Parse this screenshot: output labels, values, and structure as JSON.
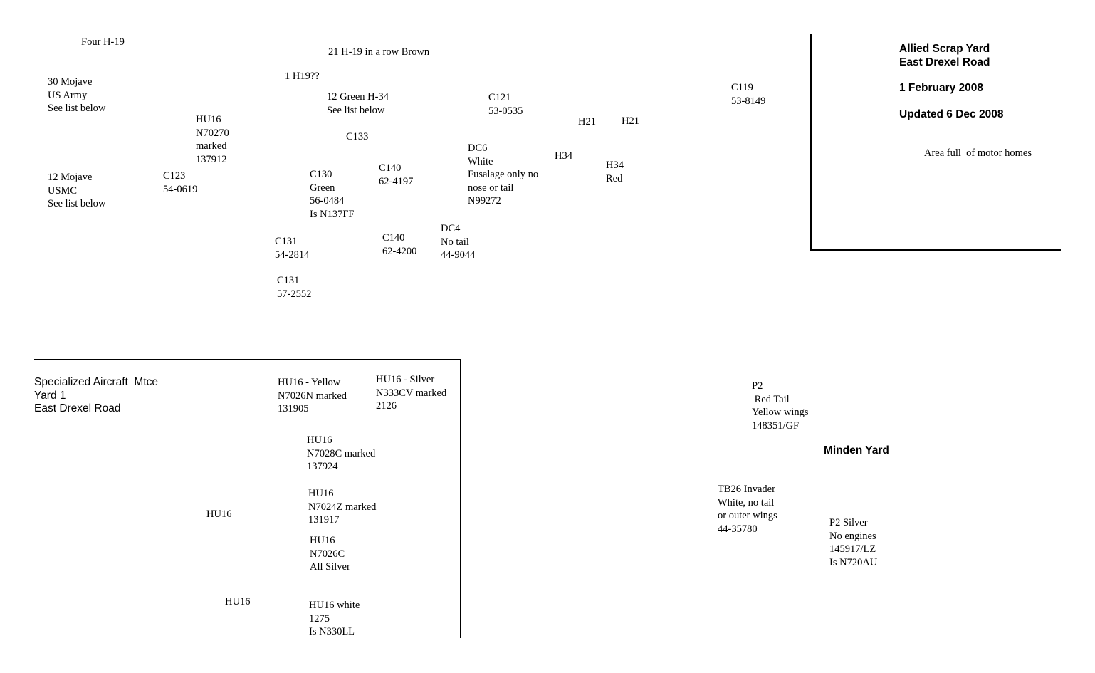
{
  "labels": {
    "four_h19": [
      "Four H-19"
    ],
    "h19_row": [
      "21 H-19 in a row Brown"
    ],
    "h19_q": [
      "1 H19??"
    ],
    "mojave_army": [
      "30 Mojave",
      "US Army",
      "See list below"
    ],
    "green_h34": [
      "12 Green H-34",
      "See list below"
    ],
    "c121": [
      "C121",
      "53-0535"
    ],
    "c119": [
      "C119",
      "53-8149"
    ],
    "hu16_n70270": [
      "HU16",
      "N70270",
      "marked",
      "137912"
    ],
    "c133": [
      "C133"
    ],
    "h21_a": [
      "H21"
    ],
    "h21_b": [
      "H21"
    ],
    "dc6": [
      "DC6",
      "White",
      "Fusalage only no",
      "nose or tail",
      "N99272"
    ],
    "h34_a": [
      "H34"
    ],
    "h34_red": [
      "H34",
      "Red"
    ],
    "mojave_usmc": [
      "12 Mojave",
      "USMC",
      "See list below"
    ],
    "c123": [
      "C123",
      "54-0619"
    ],
    "c130": [
      "C130",
      "Green",
      "56-0484",
      "Is N137FF"
    ],
    "c140_a": [
      "C140",
      "62-4197"
    ],
    "dc4": [
      "DC4",
      "No tail",
      "44-9044"
    ],
    "c131_a": [
      "C131",
      "54-2814"
    ],
    "c140_b": [
      "C140",
      "62-4200"
    ],
    "c131_b": [
      "C131",
      "57-2552"
    ],
    "hu16_yellow": [
      "HU16 - Yellow",
      "N7026N marked",
      "131905"
    ],
    "hu16_silver": [
      "HU16 - Silver",
      "N333CV marked",
      "2126"
    ],
    "hu16_n7028c": [
      "HU16",
      "N7028C marked",
      "137924"
    ],
    "hu16_n7024z": [
      "HU16",
      "N7024Z marked",
      "131917"
    ],
    "hu16_solo_a": [
      "HU16"
    ],
    "hu16_n7026c": [
      "HU16",
      "N7026C",
      "All Silver"
    ],
    "hu16_solo_b": [
      "HU16"
    ],
    "hu16_white": [
      "HU16 white",
      "1275",
      "Is N330LL"
    ],
    "p2_red": [
      "P2",
      " Red Tail",
      "Yellow wings",
      "148351/GF"
    ],
    "tb26": [
      "TB26 Invader",
      "White, no tail",
      "or outer wings",
      "44-35780"
    ],
    "p2_silver": [
      "P2 Silver",
      "No engines",
      "145917/LZ",
      "Is N720AU"
    ],
    "motor_homes": [
      "Area full  of motor homes"
    ]
  },
  "headers": {
    "allied_title": [
      "Allied Scrap Yard",
      "East Drexel Road"
    ],
    "allied_date": [
      "1 February 2008"
    ],
    "allied_updated": [
      "Updated 6 Dec 2008"
    ],
    "specialized": [
      "Specialized Aircraft  Mtce",
      "Yard 1",
      "East Drexel Road"
    ],
    "minden": [
      "Minden Yard"
    ]
  }
}
